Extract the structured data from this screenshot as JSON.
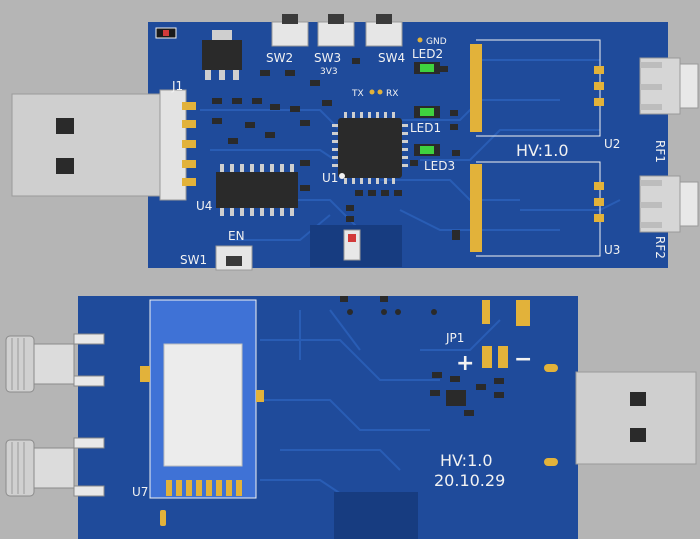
{
  "image": {
    "description_tag": "pcb-render",
    "colors": {
      "background": "#b5b5b5",
      "board": "#1f4b9b",
      "board_dark": "#173c80",
      "trace": "#2b5fb8",
      "pad": "#e2b23a",
      "silkscreen": "#f2f2f2",
      "led": "#3fd23f",
      "usb": "#cfcfcf",
      "chip": "#2a2a2a",
      "module": "#3f72d6"
    }
  },
  "top_board": {
    "labels": {
      "j1": "J1",
      "u4": "U4",
      "u1": "U1",
      "u2": "U2",
      "u3": "U3",
      "sw1": "SW1",
      "sw2": "SW2",
      "sw3": "SW3",
      "sw4": "SW4",
      "en": "EN",
      "v33": "3V3",
      "tx": "TX",
      "rx": "RX",
      "gnd": "GND",
      "led1": "LED1",
      "led2": "LED2",
      "led3": "LED3",
      "rf1": "RF1",
      "rf2": "RF2",
      "version": "HV:1.0"
    }
  },
  "bottom_board": {
    "labels": {
      "jp1": "JP1",
      "plus": "+",
      "minus": "−",
      "u7": "U7",
      "version": "HV:1.0",
      "date": "20.10.29"
    }
  }
}
